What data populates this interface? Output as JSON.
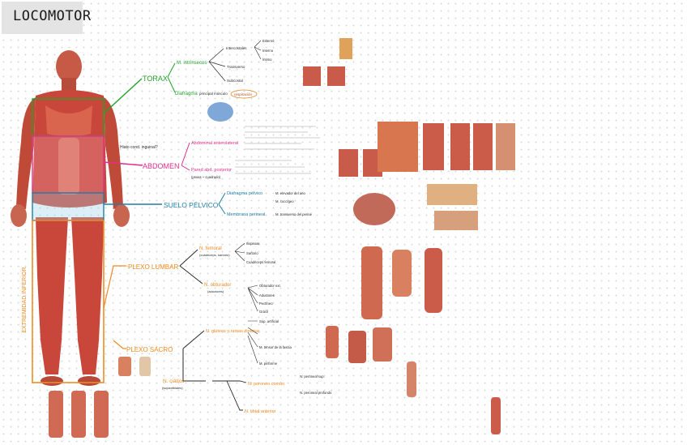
{
  "title": "LOCOMOTOR",
  "colors": {
    "torax": "#22a32a",
    "abdomen": "#e0308e",
    "suelo": "#1f7fa6",
    "extremidad": "#f08a22",
    "muscle": "#c9473a",
    "ink": "#2a2a2a",
    "highlight": "#ffd27a"
  },
  "regions": {
    "torax": "TORAX",
    "abdomen": "ABDOMEN",
    "suelo": "SUELO PÉLVICO",
    "extremidad": "EXTREMIDAD INFERIOR"
  },
  "torax": {
    "intrinsecos": "M. intrínsecos",
    "diafragma": "Diafragma",
    "diafragma_note": "principal músculo",
    "diafragma_tag": "respiración",
    "intercostales": "Intercostales",
    "transverso": "Transverso",
    "subcostal": "Subcostal",
    "externo": "Externo",
    "interno": "Interno",
    "intimo": "Íntimo"
  },
  "abdomen": {
    "hiatus": "Hiato cond. inguinal?",
    "anterolateral": "Abdominal anterolateral",
    "posterior": "Pared abd. posterior",
    "posterior_sub": "(psoas + cuadrado)"
  },
  "suelo": {
    "diafragma": "Diafragma pélvico",
    "membrana": "Membrana perineal",
    "elevador": "M. elevador del ano",
    "coccigeo": "M. coccígeo",
    "transverso": "M. transverso del periné"
  },
  "plexo_lumbar": {
    "label": "PLEXO LUMBAR",
    "femoral": "N. femoral",
    "femoral_sub": "(cuádriceps, sartorio)",
    "obturador": "N. obturador",
    "obturador_sub": "(aductores)",
    "iliopsoas": "Iliopsoas",
    "sartorio": "Sartorio",
    "cuadriceps": "Cuádriceps femoral",
    "obt_externo": "Obturador ext.",
    "aductores": "Aductores",
    "pectineo": "Pectíneo",
    "gracil": "Grácil"
  },
  "plexo_sacro": {
    "label": "PLEXO SACRO",
    "gluteos": "N. glúteos y ramas directas",
    "ciatico": "N. ciático",
    "ciatico_sub": "(isquiotibiales)",
    "peroneo": "N. peroneo común",
    "tibial": "N. tibial anterior",
    "sup_artificial": "Sup. artificial",
    "tensor": "M. tensor de la fascia",
    "piriforme": "M. piriforme",
    "peroneo_sup": "N. peroneal sup.",
    "peroneo_prof": "N. peroneal profundo"
  }
}
